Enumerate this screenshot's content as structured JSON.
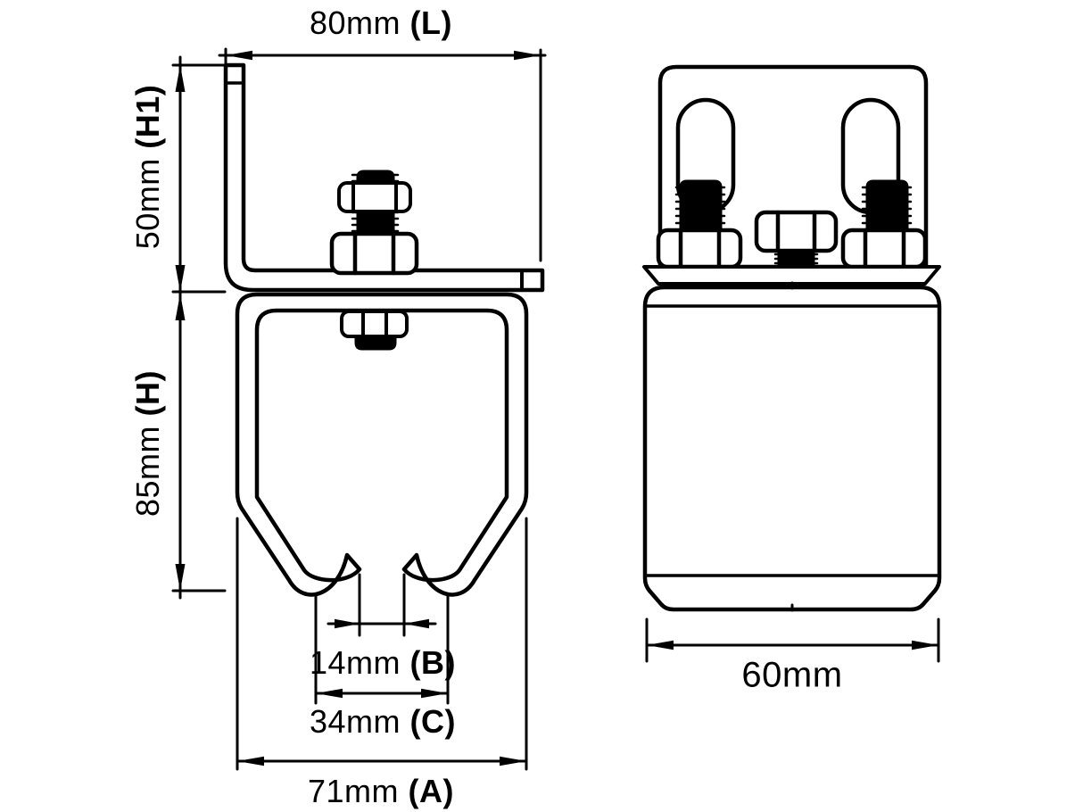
{
  "drawing": {
    "type": "technical-dimension-drawing",
    "line_color": "#000000",
    "background_color": "#ffffff",
    "front_view": {
      "description": "cross-section of track channel with L mounting bracket and hanger bolt",
      "dimensions": {
        "L": {
          "value": "80mm",
          "code": "(L)"
        },
        "H1": {
          "value": "50mm",
          "code": "(H1)"
        },
        "H": {
          "value": "85mm",
          "code": "(H)"
        },
        "B": {
          "value": "14mm",
          "code": "(B)"
        },
        "C": {
          "value": "34mm",
          "code": "(C)"
        },
        "A": {
          "value": "71mm",
          "code": "(A)"
        }
      }
    },
    "side_view": {
      "description": "side elevation of track with slotted bracket, two slot bolts and centre bolt",
      "dimensions": {
        "W": {
          "value": "60mm",
          "code": ""
        }
      }
    }
  }
}
